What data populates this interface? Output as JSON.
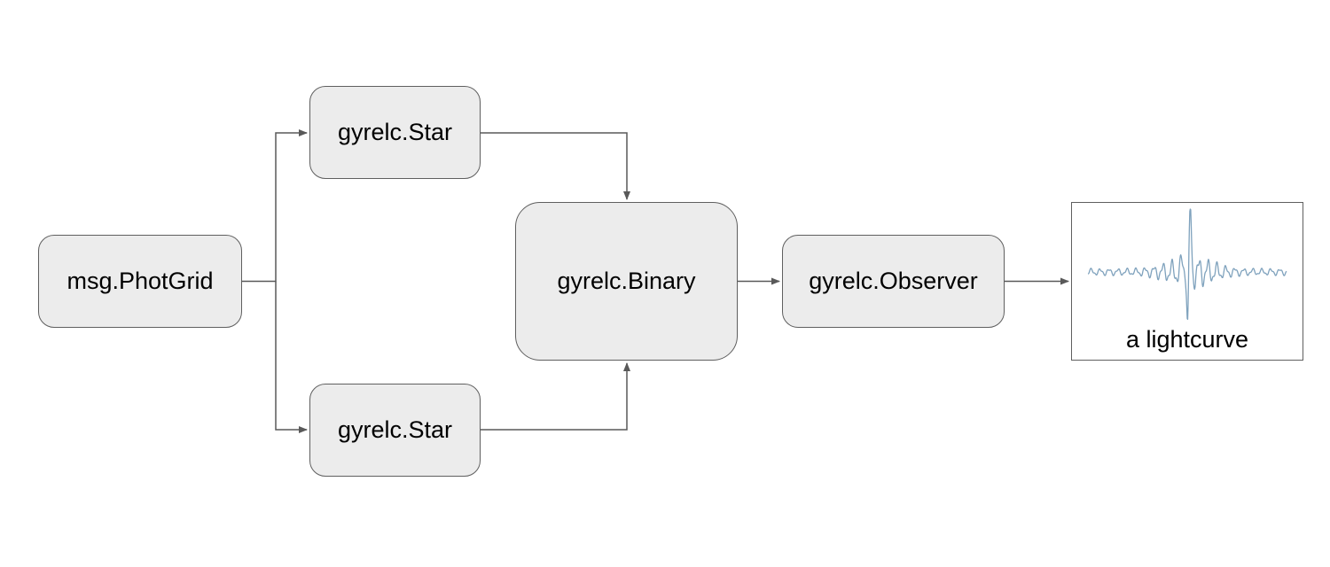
{
  "nodes": {
    "photgrid": "msg.PhotGrid",
    "star_top": "gyrelc.Star",
    "star_bottom": "gyrelc.Star",
    "binary": "gyrelc.Binary",
    "observer": "gyrelc.Observer"
  },
  "output": {
    "caption": "a lightcurve"
  },
  "colors": {
    "node_fill": "#ececec",
    "node_border": "#5f5f5f",
    "arrow": "#595959",
    "lightcurve": "#7fa2bd"
  }
}
